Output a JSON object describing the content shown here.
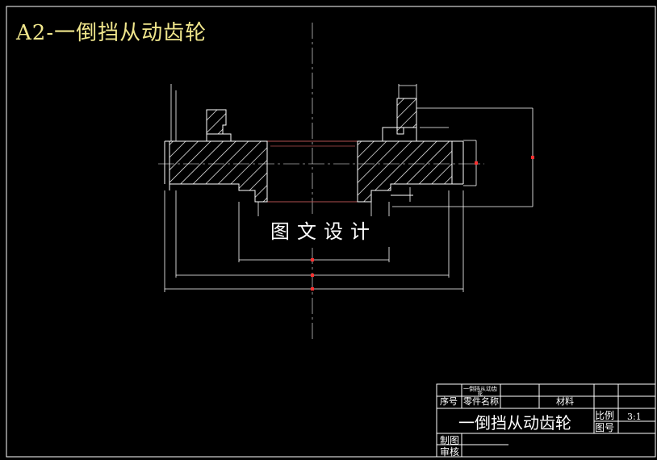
{
  "drawing": {
    "title": "A2-一倒挡从动齿轮",
    "watermark": "图文设计"
  },
  "title_block": {
    "part_name_small": "一倒挡从动齿",
    "part_name_small_2": "轮",
    "seq_label": "序号",
    "part_label": "零件名称",
    "material_label": "材料",
    "part_name": "一倒挡从动齿轮",
    "scale_label": "比例",
    "scale_value": "3:1",
    "drawing_no_label": "图号",
    "drawn_label": "制图",
    "check_label": "审核"
  },
  "colors": {
    "background": "#000000",
    "line": "#ffffff",
    "title": "#f0e68c",
    "hatch": "#ffffff",
    "dim_tick": "#ff3030",
    "bore_outline": "#b05050"
  }
}
